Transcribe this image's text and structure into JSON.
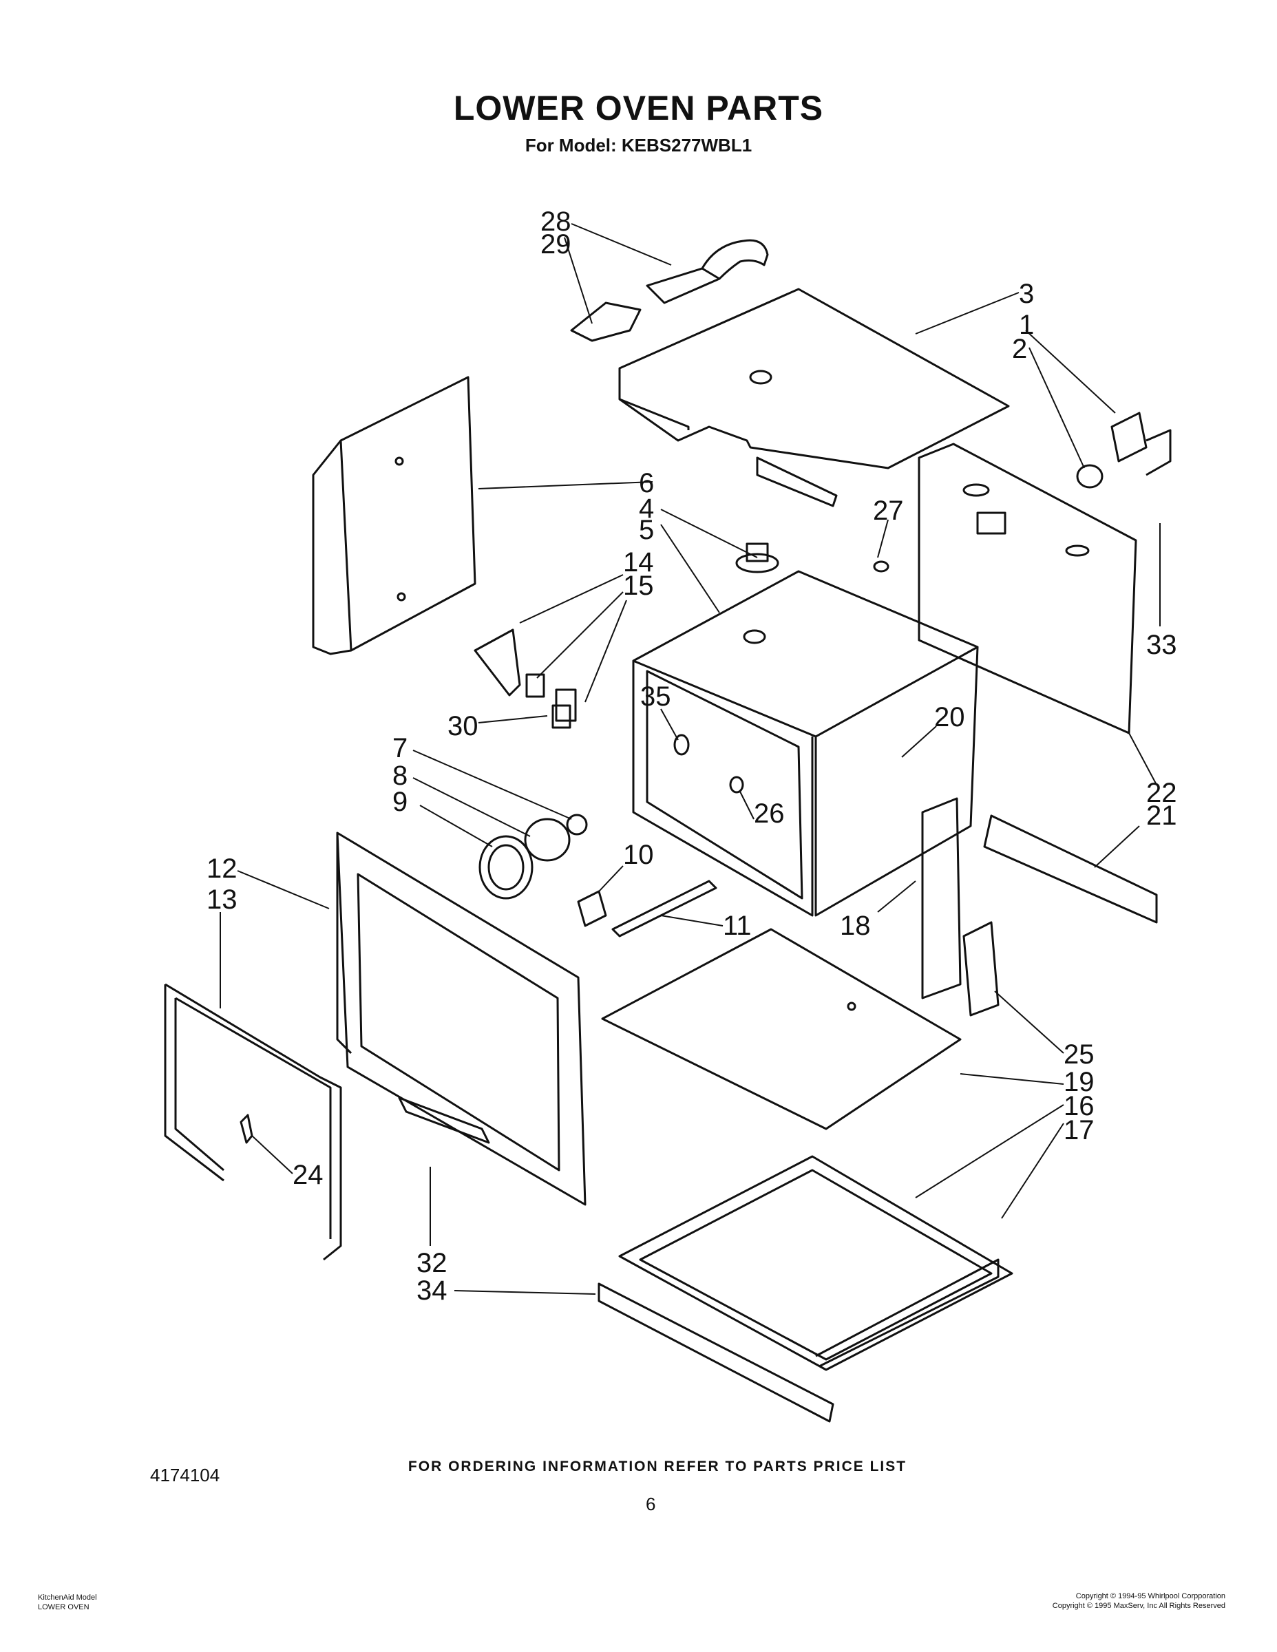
{
  "header": {
    "title": "LOWER OVEN PARTS",
    "model": "For Model: KEBS277WBL1"
  },
  "callouts": [
    "28",
    "29",
    "3",
    "1",
    "2",
    "6",
    "4",
    "5",
    "14",
    "15",
    "27",
    "33",
    "35",
    "30",
    "20",
    "7",
    "8",
    "9",
    "10",
    "22",
    "21",
    "26",
    "12",
    "13",
    "11",
    "18",
    "25",
    "19",
    "16",
    "17",
    "24",
    "32",
    "34"
  ],
  "footer": {
    "ordering": "FOR ORDERING INFORMATION REFER TO PARTS PRICE LIST",
    "doc_number": "4174104",
    "page_number": "6",
    "brand_line1": "KitchenAid Model",
    "brand_line2": "LOWER OVEN",
    "copyright_line1": "Copyright © 1994-95 Whirlpool Corpporation",
    "copyright_line2": "Copyright © 1995 MaxServ, Inc   All Rights Reserved"
  }
}
